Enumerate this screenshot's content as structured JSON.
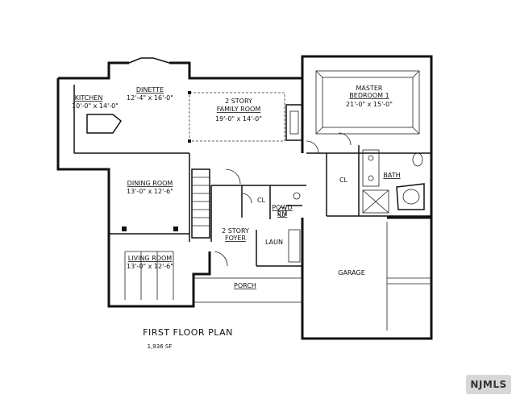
{
  "rooms": {
    "kitchen": {
      "name": "KITCHEN",
      "dims": "10'-0\" x 14'-0\""
    },
    "dinette": {
      "name": "DINETTE",
      "dims": "12'-4\" x 16'-0\""
    },
    "family": {
      "line1": "2 STORY",
      "line2": "FAMILY ROOM",
      "dims": "19'-0\" x 14'-0\""
    },
    "master": {
      "line1": "MASTER",
      "line2": "BEDROOM 1",
      "dims": "21'-0\" x 15'-0\""
    },
    "dining": {
      "name": "DINING ROOM",
      "dims": "13'-0\" x 12'-6\""
    },
    "living": {
      "name": "LIVING ROOM",
      "dims": "13'-0\" x 12'-6\""
    },
    "foyer": {
      "line1": "2 STORY",
      "line2": "FOYER"
    },
    "closet1": "CL",
    "closet2": "CL",
    "bath": "BATH",
    "powder": {
      "line1": "POWD",
      "line2": "RM"
    },
    "laundry": "LAUN",
    "garage": "GARAGE",
    "porch": "PORCH"
  },
  "plan_title": "FIRST FLOOR PLAN",
  "plan_area": "1,936 SF",
  "watermark": "NJMLS"
}
